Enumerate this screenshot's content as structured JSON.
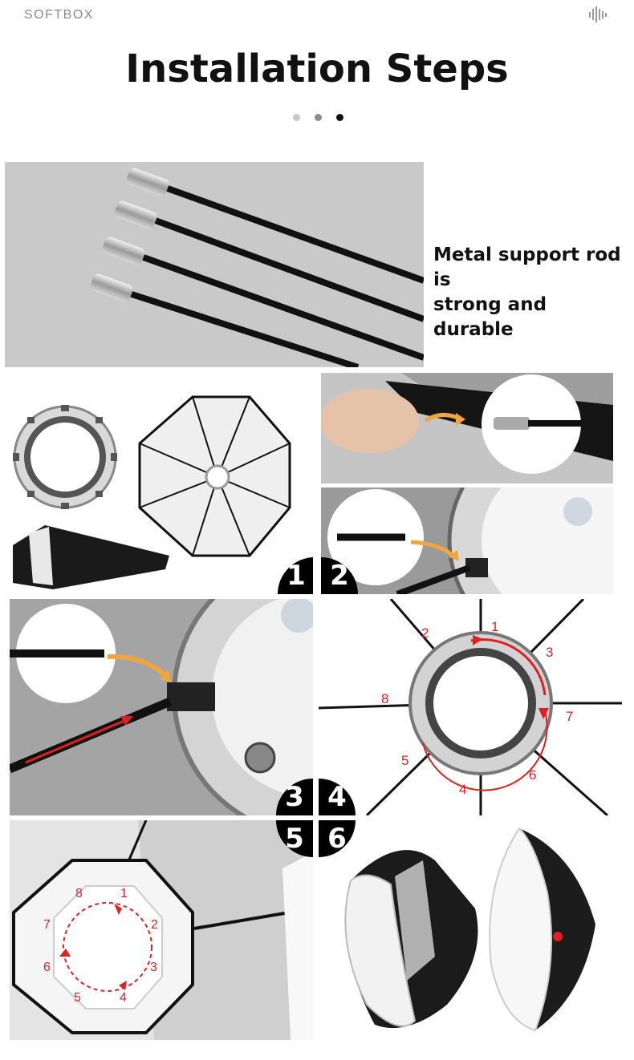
{
  "header": {
    "brand": "SOFTBOX",
    "menu_icon": "sound-wave-icon",
    "title": "Installation Steps"
  },
  "carousel": {
    "dot_colors": [
      "#c8c8c8",
      "#8c8c8c",
      "#111111"
    ],
    "active_index": 2
  },
  "rods_panel": {
    "caption_line1": "Metal support rod is",
    "caption_line2": "strong and durable"
  },
  "steps": {
    "badge_1": "1",
    "badge_2": "2",
    "badge_3": "3",
    "badge_4": "4",
    "badge_5": "5",
    "badge_6": "6"
  },
  "ring_numbers": [
    "1",
    "2",
    "3",
    "4",
    "5",
    "6",
    "7",
    "8"
  ],
  "colors": {
    "accent_red": "#e02020",
    "arrow_orange": "#f0a640",
    "panel_gray": "#cfcfcf"
  }
}
